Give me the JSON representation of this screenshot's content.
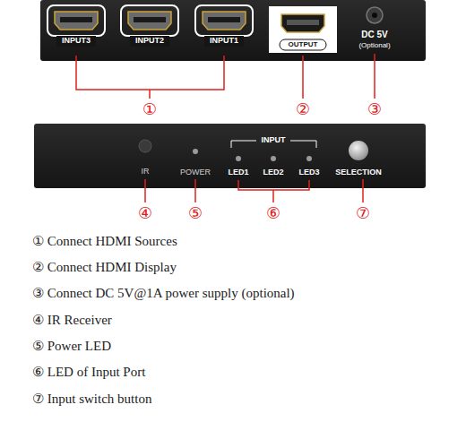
{
  "diagram": {
    "nodes": [
      {
        "text": [
          "INPUT3",
          "INPUT2",
          "INPUT1",
          "OUTPUT",
          "DC 5V",
          "(Optional)"
        ]
      },
      {
        "text": [
          "IR",
          "POWER",
          "INPUT",
          "LED1",
          "LED2",
          "LED3",
          "SELECTION"
        ]
      }
    ],
    "labels": [
      "①",
      "②",
      "③",
      "④",
      "⑤",
      "⑥",
      "⑦",
      "① Connect HDMI Sources",
      "② Connect HDMI Display",
      "③ Connect DC 5V@1A power supply (optional)",
      "④ IR Receiver",
      "⑤ Power LED",
      "⑥ LED of Input Port",
      "⑦ Input switch button"
    ]
  }
}
